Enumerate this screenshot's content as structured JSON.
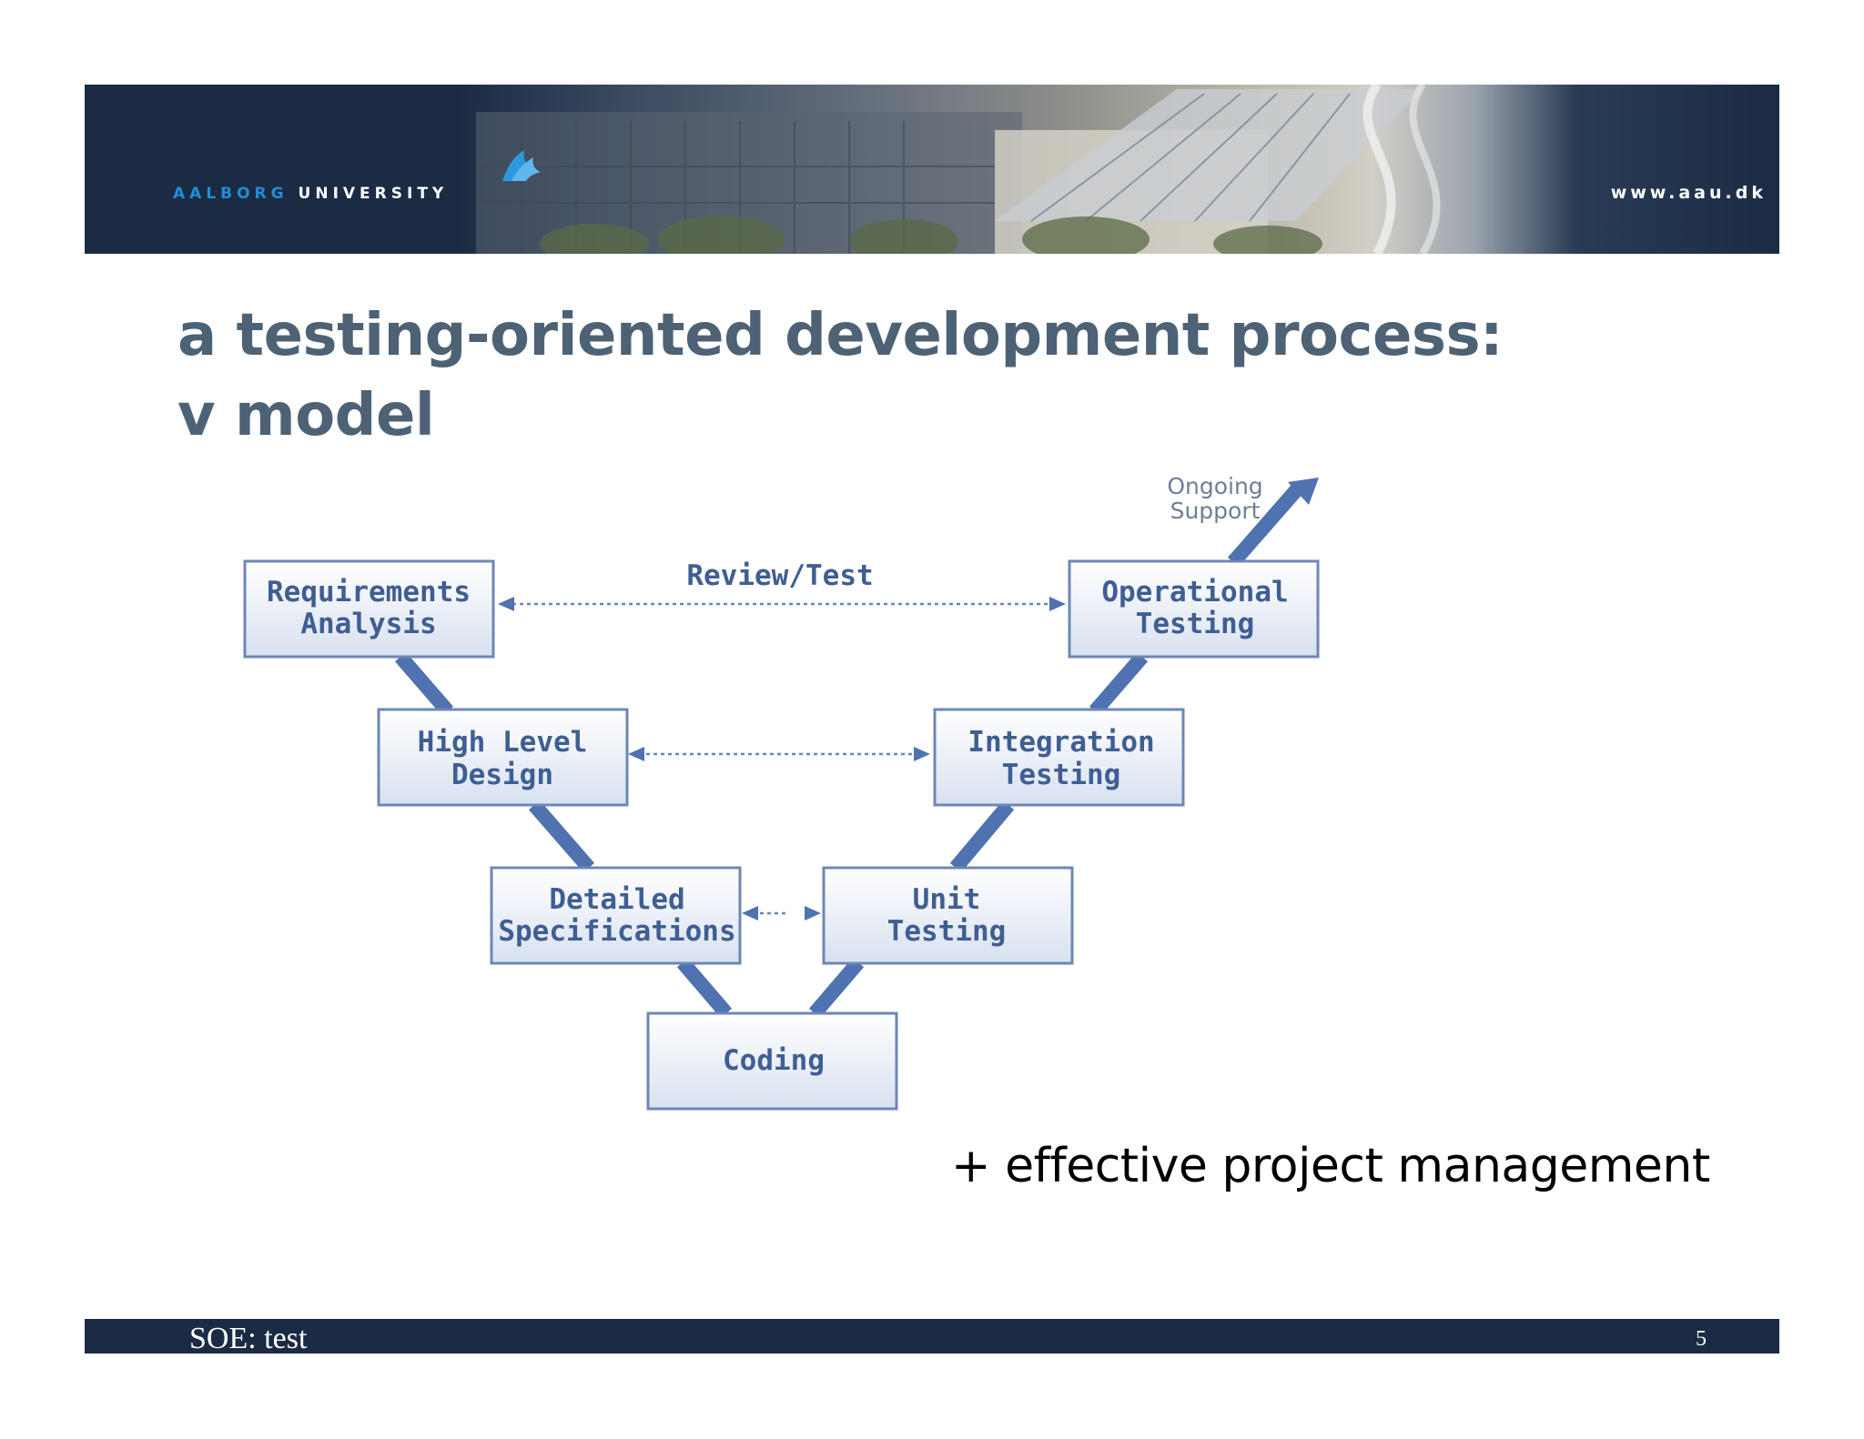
{
  "header": {
    "logo_part1": "AALBORG",
    "logo_part2": "UNIVERSITY",
    "url": "www.aau.dk"
  },
  "slide": {
    "title_line1": "a testing-oriented development process:",
    "title_line2": "v model",
    "note": "+ effective project management"
  },
  "diagram": {
    "left_boxes": [
      {
        "line1": "Requirements",
        "line2": "Analysis"
      },
      {
        "line1": "High Level",
        "line2": "Design"
      },
      {
        "line1": "Detailed",
        "line2": "Specifications"
      }
    ],
    "bottom_box": {
      "line1": "Coding"
    },
    "right_boxes": [
      {
        "line1": "Operational",
        "line2": "Testing"
      },
      {
        "line1": "Integration",
        "line2": "Testing"
      },
      {
        "line1": "Unit",
        "line2": "Testing"
      }
    ],
    "review_label": "Review/Test",
    "support_line1": "Ongoing",
    "support_line2": "Support"
  },
  "footer": {
    "label": "SOE: test",
    "page": "5"
  },
  "colors": {
    "banner_navy": "#1b2b44",
    "title": "#4d6275",
    "box_border": "#6d87b5",
    "box_text": "#3f5e93",
    "arrow": "#4f72b0"
  }
}
